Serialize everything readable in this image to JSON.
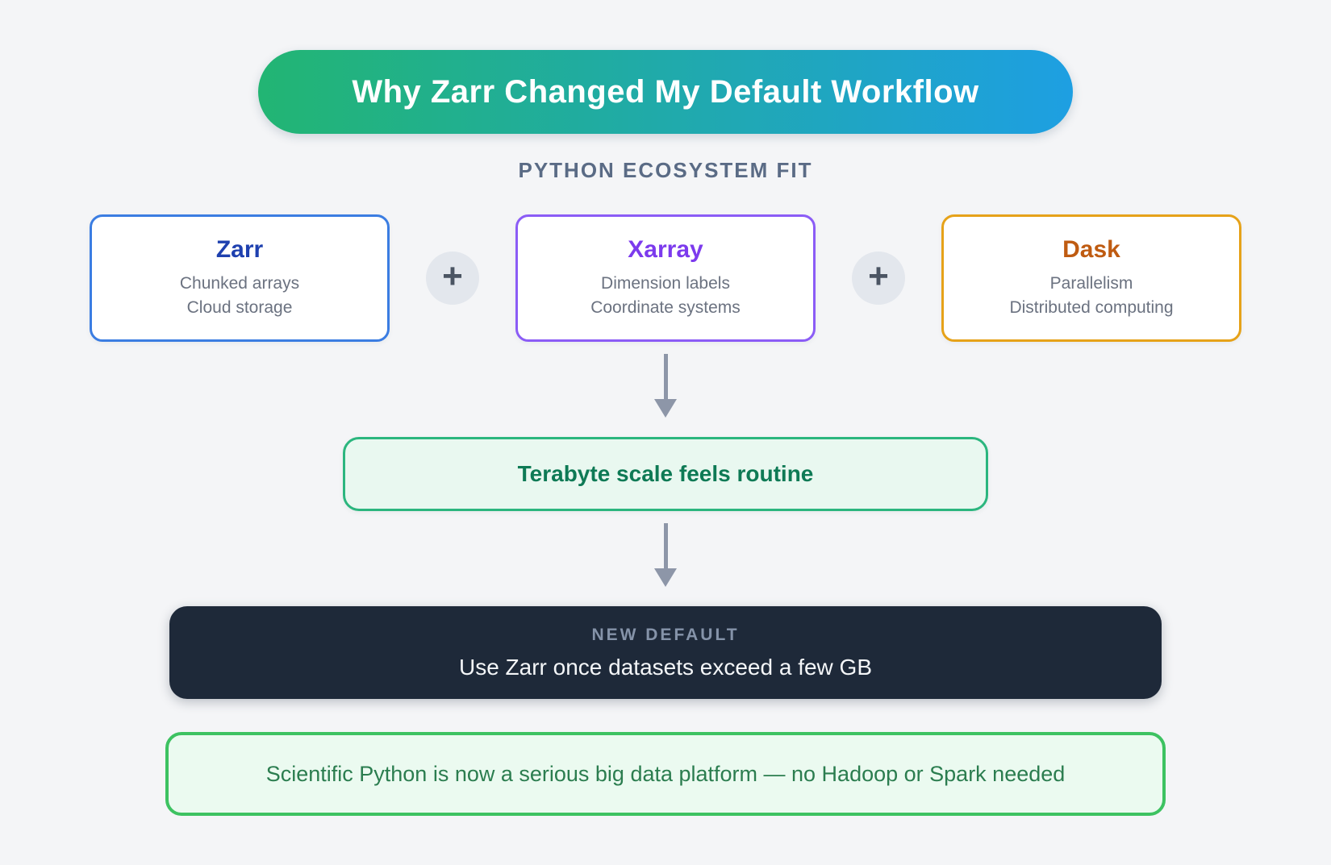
{
  "title": {
    "text": "Why Zarr Changed My Default Workflow",
    "gradient_start": "#22b573",
    "gradient_end": "#1e9fe2",
    "text_color": "#ffffff"
  },
  "section_heading": "PYTHON ECOSYSTEM FIT",
  "cards": [
    {
      "title": "Zarr",
      "lines": [
        "Chunked arrays",
        "Cloud storage"
      ],
      "border_color": "#3b7de2",
      "title_color": "#1e40af"
    },
    {
      "title": "Xarray",
      "lines": [
        "Dimension labels",
        "Coordinate systems"
      ],
      "border_color": "#8b5cf6",
      "title_color": "#7c3aed"
    },
    {
      "title": "Dask",
      "lines": [
        "Parallelism",
        "Distributed computing"
      ],
      "border_color": "#e6a219",
      "title_color": "#bf5b11"
    }
  ],
  "connectors": {
    "plus": "+",
    "arrow_color": "#8d96a8",
    "plus_circle_background": "#e3e7ed"
  },
  "result_box": {
    "text": "Terabyte scale feels routine",
    "border_color": "#2bb67e",
    "background": "#e9f8f0",
    "text_color": "#0e7a55"
  },
  "default_box": {
    "label": "NEW DEFAULT",
    "text": "Use Zarr once datasets exceed a few GB",
    "background": "#1e2939",
    "label_color": "#8593a9",
    "text_color": "#f4f6f8"
  },
  "conclusion_box": {
    "text": "Scientific Python is now a serious big data platform — no Hadoop or Spark needed",
    "border_color": "#3dc261",
    "background": "#ebfaf0",
    "text_color": "#2b7d4f"
  },
  "page_background": "#f4f5f7"
}
